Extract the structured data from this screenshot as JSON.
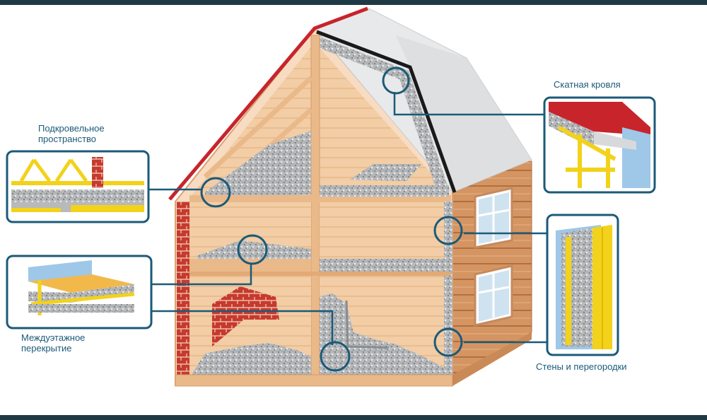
{
  "labels": {
    "roof_space": "Подкровельное\nпространство",
    "pitched_roof": "Скатная кровля",
    "interfloor": "Междуэтажное\nперекрытие",
    "walls": "Стены и перегородки"
  },
  "colors": {
    "callout_blue": "#1b5a78",
    "roof_red": "#c8242b",
    "timber": "#eab98a",
    "insulation": "#b7b9bb",
    "brick": "#c63a2c",
    "roof_sheet": "#e8e9ea",
    "frame_yellow": "#f2d21a",
    "window_blue": "#cfe2f0"
  }
}
